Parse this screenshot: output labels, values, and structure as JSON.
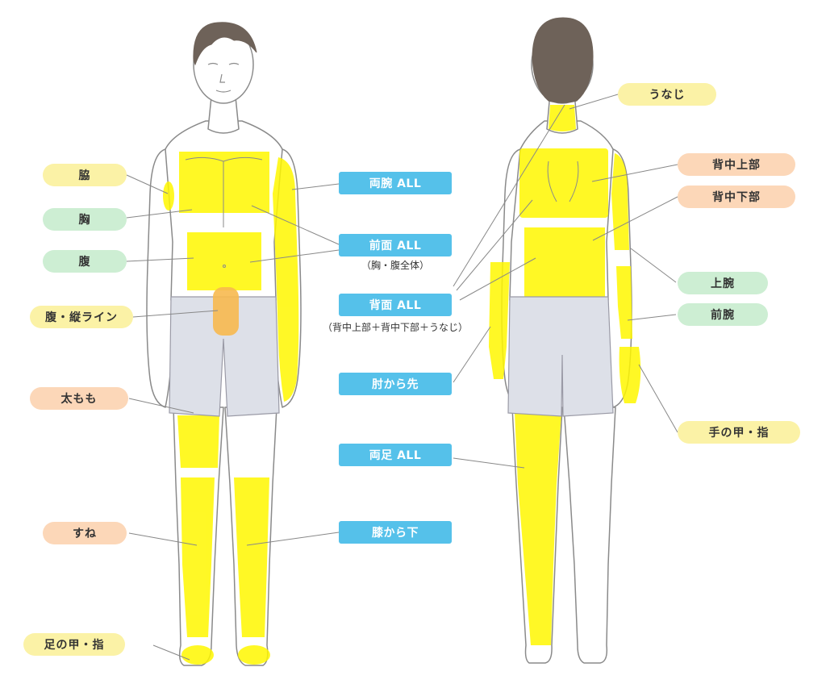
{
  "colors": {
    "skin": "#ffffff",
    "outline": "#8a8a8a",
    "highlight": "#fff700",
    "shorts": "#dde0e8",
    "hair": "#6e6259",
    "orange_zone": "#f7b94f",
    "line": "#888888",
    "box_blue": "#55c1ea",
    "pill_yellow": "#fbf2a6",
    "pill_green": "#cdeed3",
    "pill_orange": "#fcd7b8"
  },
  "front_labels": {
    "armpit": "脇",
    "chest": "胸",
    "abdomen": "腹",
    "abdomen_line": "腹・縦ライン",
    "thigh": "太もも",
    "shin": "すね",
    "foot_toes": "足の甲・指"
  },
  "center_labels": {
    "arms_all": "両腕 ALL",
    "front_all": "前面 ALL",
    "front_all_sub": "（胸・腹全体）",
    "back_all": "背面 ALL",
    "back_all_sub": "（背中上部＋背中下部＋うなじ）",
    "elbow_down": "肘から先",
    "legs_all": "両足 ALL",
    "knee_down": "膝から下"
  },
  "back_labels": {
    "nape": "うなじ",
    "upper_back": "背中上部",
    "lower_back": "背中下部",
    "upper_arm": "上腕",
    "forearm": "前腕",
    "hand_fingers": "手の甲・指"
  }
}
